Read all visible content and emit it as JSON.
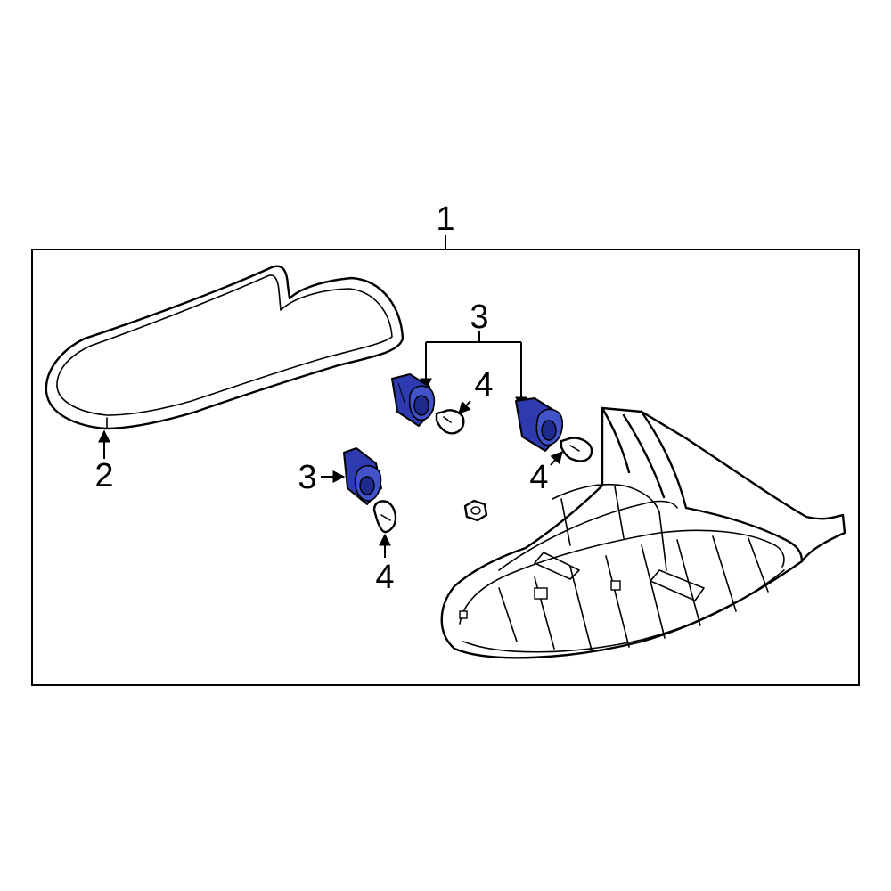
{
  "diagram": {
    "colors": {
      "highlight": "#2e3bb0",
      "line": "#000000",
      "background": "#ffffff"
    },
    "callouts": {
      "assembly": "1",
      "lens": "2",
      "socket_group": "3",
      "socket_single": "3",
      "bulb_a": "4",
      "bulb_b": "4",
      "bulb_c": "4"
    }
  }
}
